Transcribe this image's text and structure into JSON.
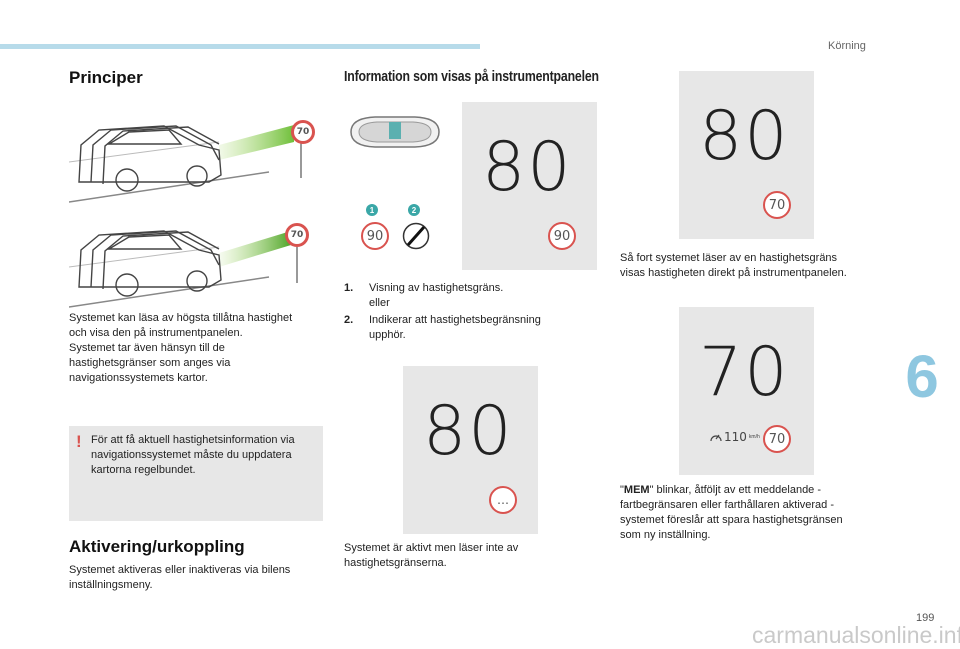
{
  "header": {
    "section": "Körning"
  },
  "chapter_number": "6",
  "left": {
    "title": "Principer",
    "sign_value": "70",
    "paragraph_lines": [
      "Systemet kan läsa av högsta tillåtna hastighet",
      "och visa den på instrumentpanelen.",
      "Systemet tar även hänsyn till de",
      "hastighetsgränser som anges via",
      "navigationssystemets kartor."
    ],
    "warning_lines": [
      "För att få aktuell hastighetsinformation via",
      "navigationssystemet måste du uppdatera",
      "kartorna regelbundet."
    ],
    "warning_symbol": "!",
    "activation_title": "Aktivering/urkoppling",
    "activation_lines": [
      "Systemet aktiveras eller inaktiveras via bilens",
      "inställningsmeny."
    ]
  },
  "middle": {
    "title": "Information som visas på instrumentpanelen",
    "cluster_speed": "80",
    "cluster_limit": "90",
    "icon_limit": "90",
    "badge1": "1",
    "badge2": "2",
    "list": [
      {
        "num": "1.",
        "lines": [
          "Visning av hastighetsgräns.",
          "eller"
        ]
      },
      {
        "num": "2.",
        "lines": [
          "Indikerar att hastighetsbegränsning",
          "upphör."
        ]
      }
    ],
    "cluster2_speed": "80",
    "cluster2_limit": "…",
    "caption_lines": [
      "Systemet är aktivt men läser inte av",
      "hastighetsgränserna."
    ]
  },
  "right": {
    "cluster_speed": "80",
    "cluster_limit": "70",
    "caption_lines": [
      "Så fort systemet läser av en hastighetsgräns",
      "visas hastigheten direkt på instrumentpanelen."
    ],
    "cluster2_speed": "70",
    "cluster2_limit": "70",
    "cluster2_set_speed": "110",
    "cluster2_unit": "km/h",
    "mem_label": "MEM",
    "mem_lines": [
      "\" blinkar, åtföljt av ett meddelande -",
      "fartbegränsaren eller farthållaren aktiverad -",
      "systemet föreslår att spara hastighetsgränsen",
      "som ny inställning."
    ]
  },
  "footer": {
    "page": "199",
    "watermark": "carmanualsonline.info"
  }
}
